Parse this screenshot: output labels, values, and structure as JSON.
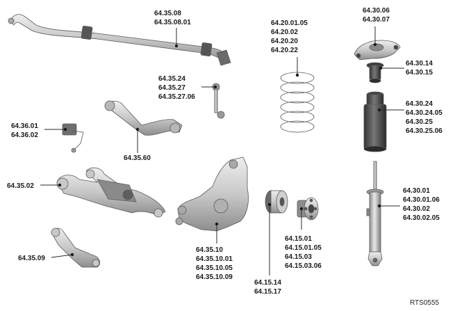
{
  "figure_ref": "RTS0555",
  "callouts": {
    "stabilizer_bar": [
      "64.35.08",
      "64.35.08.01"
    ],
    "stabilizer_link": [
      "64.35.24",
      "64.35.27",
      "64.35.27.06"
    ],
    "height_sensor": [
      "64.36.01",
      "64.36.02"
    ],
    "upper_arm": [
      "64.35.60"
    ],
    "lower_arm": [
      "64.35.02"
    ],
    "toe_link": [
      "64.35.09"
    ],
    "knuckle": [
      "64.35.10",
      "64.35.10.01",
      "64.35.10.05",
      "64.35.10.09"
    ],
    "bushing": [
      "64.15.14",
      "64.15.17"
    ],
    "hub": [
      "64.15.01",
      "64.15.01.05",
      "64.15.03",
      "64.15.03.06"
    ],
    "coil_spring": [
      "64.20.01.05",
      "64.20.02",
      "64.20.20",
      "64.20.22"
    ],
    "top_mount": [
      "64.30.06",
      "64.30.07"
    ],
    "bump_stop": [
      "64.30.14",
      "64.30.15"
    ],
    "dust_boot": [
      "64.30.24",
      "64.30.24.05",
      "64.30.25",
      "64.30.25.06"
    ],
    "shock_absorber": [
      "64.30.01",
      "64.30.01.06",
      "64.30.02",
      "64.30.02.05"
    ]
  },
  "colors": {
    "part_fill": "#d9d9d9",
    "part_dark": "#9a9a9a",
    "part_shadow": "#7a7a7a",
    "text": "#1a1a1a"
  }
}
